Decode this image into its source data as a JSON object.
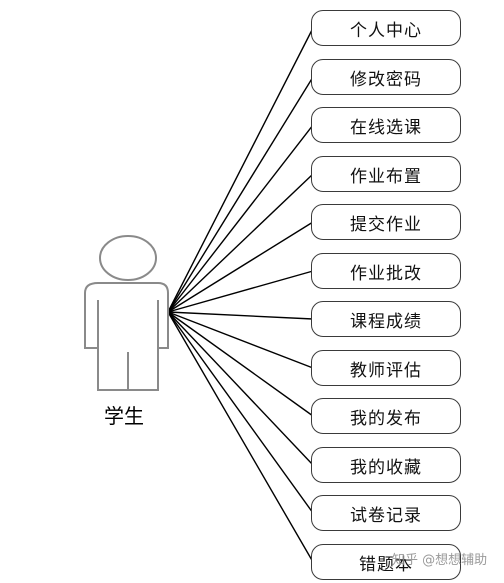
{
  "actor": {
    "label": "学生"
  },
  "use_cases": [
    "个人中心",
    "修改密码",
    "在线选课",
    "作业布置",
    "提交作业",
    "作业批改",
    "课程成绩",
    "教师评估",
    "我的发布",
    "我的收藏",
    "试卷记录",
    "错题本"
  ],
  "watermark": "知乎 @想想辅助"
}
